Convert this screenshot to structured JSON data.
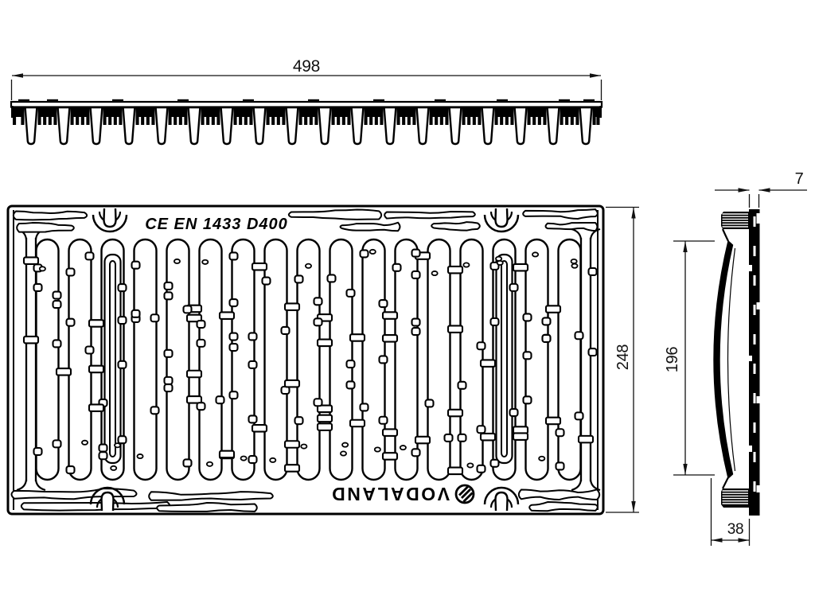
{
  "drawing": {
    "type": "technical-drawing-trench-drain-grate",
    "views": {
      "front_profile": {
        "dimension_width": "498"
      },
      "plan": {
        "dimension_height": "248",
        "marking_standard": "CE EN 1433 D400",
        "marking_brand": "VODALAND"
      },
      "side_profile": {
        "dimension_top_thickness": "7",
        "dimension_inner_height": "196",
        "dimension_bottom_width": "38"
      }
    },
    "colors": {
      "line": "#000000",
      "background": "#ffffff",
      "dim_line": "#111111"
    }
  }
}
